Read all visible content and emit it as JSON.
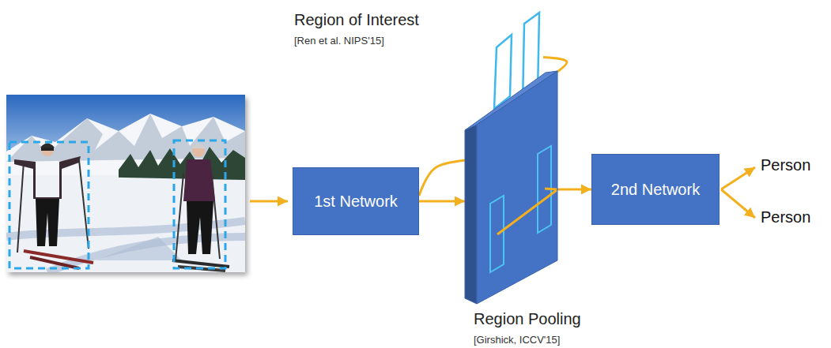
{
  "diagram": {
    "nodes": [
      {
        "text": [
          "1st Network"
        ]
      },
      {
        "text": [
          "Region of Interest",
          "[Ren et al. NIPS'15]"
        ]
      },
      {
        "text": [
          "Region Pooling",
          "[Girshick, ICCV'15]"
        ]
      },
      {
        "text": [
          "2nd Network"
        ]
      }
    ],
    "edges": [
      {
        "from": 0,
        "to": 1,
        "arrow": "to"
      },
      {
        "from": 1,
        "to": 2,
        "arrow": "to"
      },
      {
        "from": 0,
        "to": 2,
        "arrow": "to"
      },
      {
        "from": 2,
        "to": 3,
        "arrow": "to"
      }
    ],
    "labels": [
      "Person",
      "Person"
    ]
  }
}
